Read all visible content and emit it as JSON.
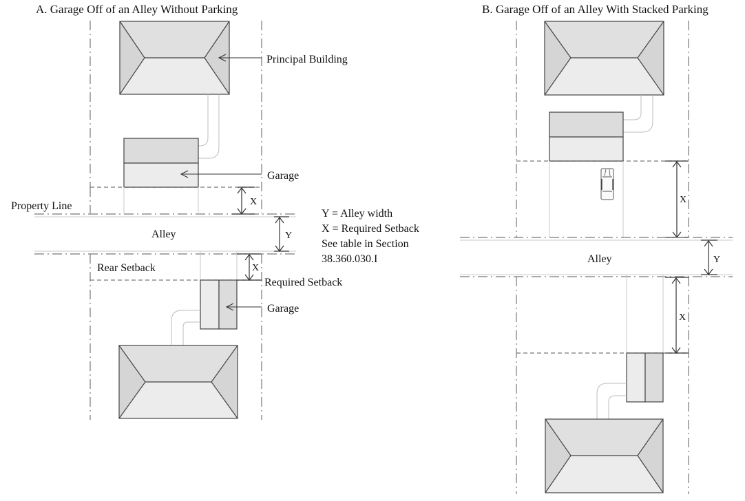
{
  "diagram": {
    "panels": [
      {
        "id": "A",
        "title": "A. Garage Off of an Alley Without Parking",
        "labels": {
          "principal_building": "Principal Building",
          "garage_top": "Garage",
          "property_line": "Property Line",
          "alley": "Alley",
          "rear_setback": "Rear Setback",
          "required_setback": "Required Setback",
          "garage_bottom": "Garage"
        },
        "dimensions": {
          "setback_top": "X",
          "alley_width": "Y",
          "setback_bottom": "X"
        }
      },
      {
        "id": "B",
        "title": "B. Garage Off of an Alley With Stacked Parking",
        "labels": {
          "alley": "Alley"
        },
        "dimensions": {
          "setback_top": "X",
          "alley_width": "Y",
          "setback_bottom": "X"
        }
      }
    ],
    "legend": [
      "Y = Alley width",
      "X = Required Setback",
      "See table in Section",
      "38.360.030.I"
    ]
  }
}
